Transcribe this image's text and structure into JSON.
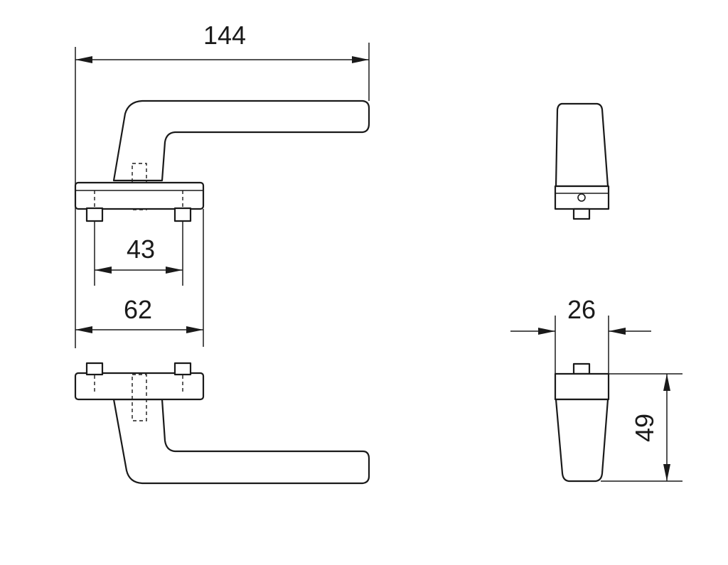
{
  "dimensions": {
    "overall_length": "144",
    "screw_spacing": "43",
    "rose_width": "62",
    "handle_width": "26",
    "handle_height": "49"
  },
  "colors": {
    "line": "#1a1a1a",
    "background": "#ffffff"
  }
}
